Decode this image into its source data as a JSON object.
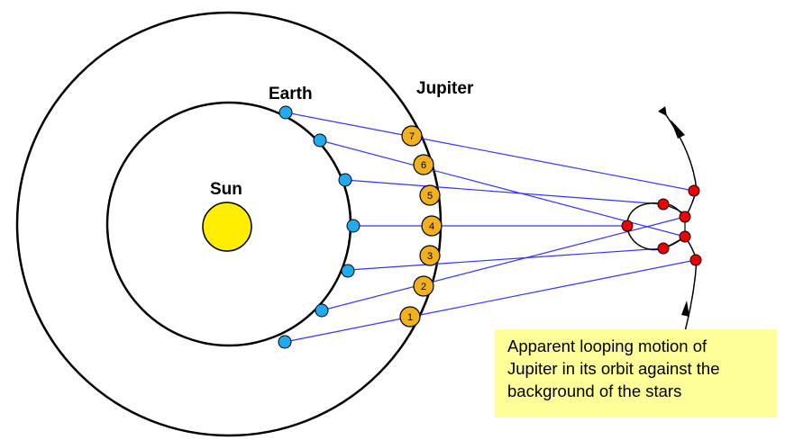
{
  "labels": {
    "sun": "Sun",
    "earth": "Earth",
    "jupiter": "Jupiter"
  },
  "jupiter_positions": [
    "1",
    "2",
    "3",
    "4",
    "5",
    "6",
    "7"
  ],
  "annotation": "Apparent looping motion of\nJupiter in its orbit against the\nbackground of the stars",
  "colors": {
    "sun": "#ffee00",
    "earth": "#22aaee",
    "jupiter": "#f0b020",
    "sight_line": "#3333ff",
    "apparent_position": "#ee0000",
    "annotation_bg": "#ffff99"
  }
}
